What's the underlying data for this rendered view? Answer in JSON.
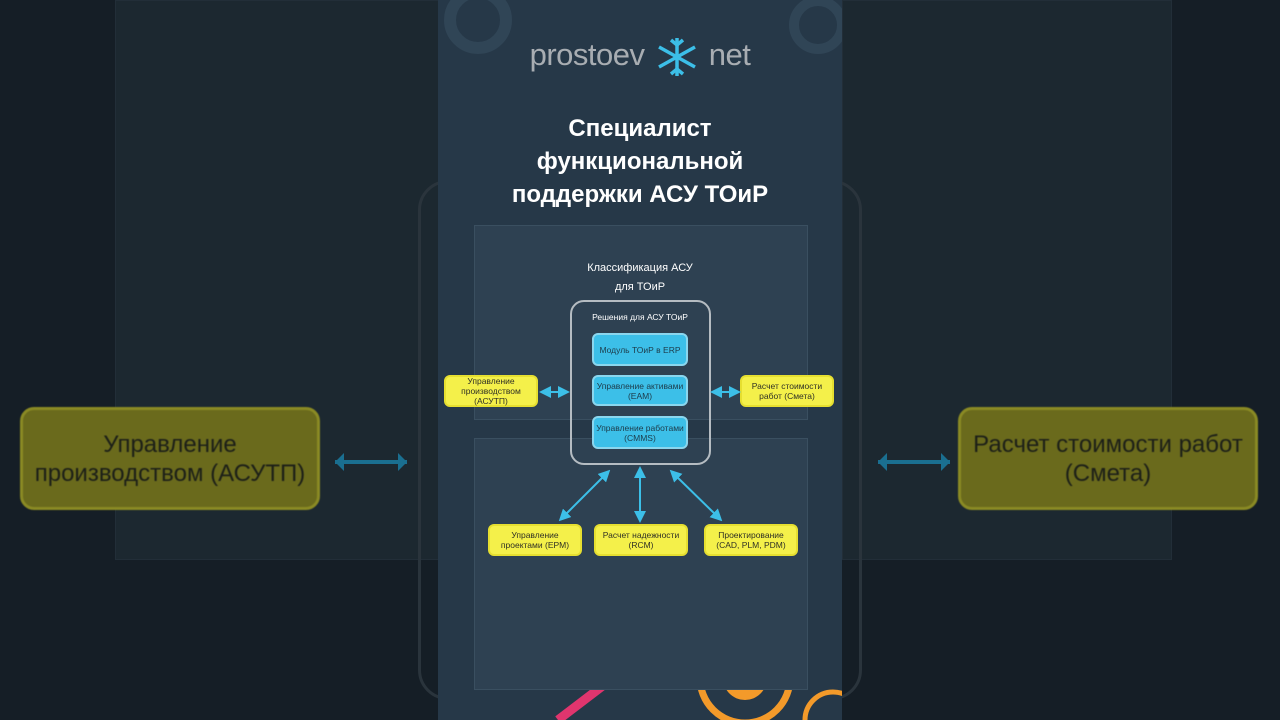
{
  "logo": {
    "left": "prostoev",
    "right": "net"
  },
  "title": [
    "Специалист",
    "функциональной",
    "поддержки АСУ ТОиР"
  ],
  "diagram": {
    "heading": [
      "Классификация АСУ",
      "для ТОиР"
    ],
    "group_label": "Решения для АСУ ТОиР",
    "core": [
      "Модуль ТОиР в ERP",
      "Управление активами (EAM)",
      "Управление работами (CMMS)"
    ],
    "left": "Управление производством (АСУТП)",
    "right": "Расчет стоимости работ (Смета)",
    "bottom": [
      "Управление проектами (EPM)",
      "Расчет надежности (RCM)",
      "Проектирование (CAD, PLM, PDM)"
    ]
  },
  "background": {
    "left_box": "Управление производством (АСУТП)",
    "right_box": "Расчет стоимости работ (Смета)"
  },
  "colors": {
    "panel": "#263848",
    "core": "#3cbfe8",
    "peripheral": "#f4f04a",
    "accent": "#f39a2a"
  }
}
